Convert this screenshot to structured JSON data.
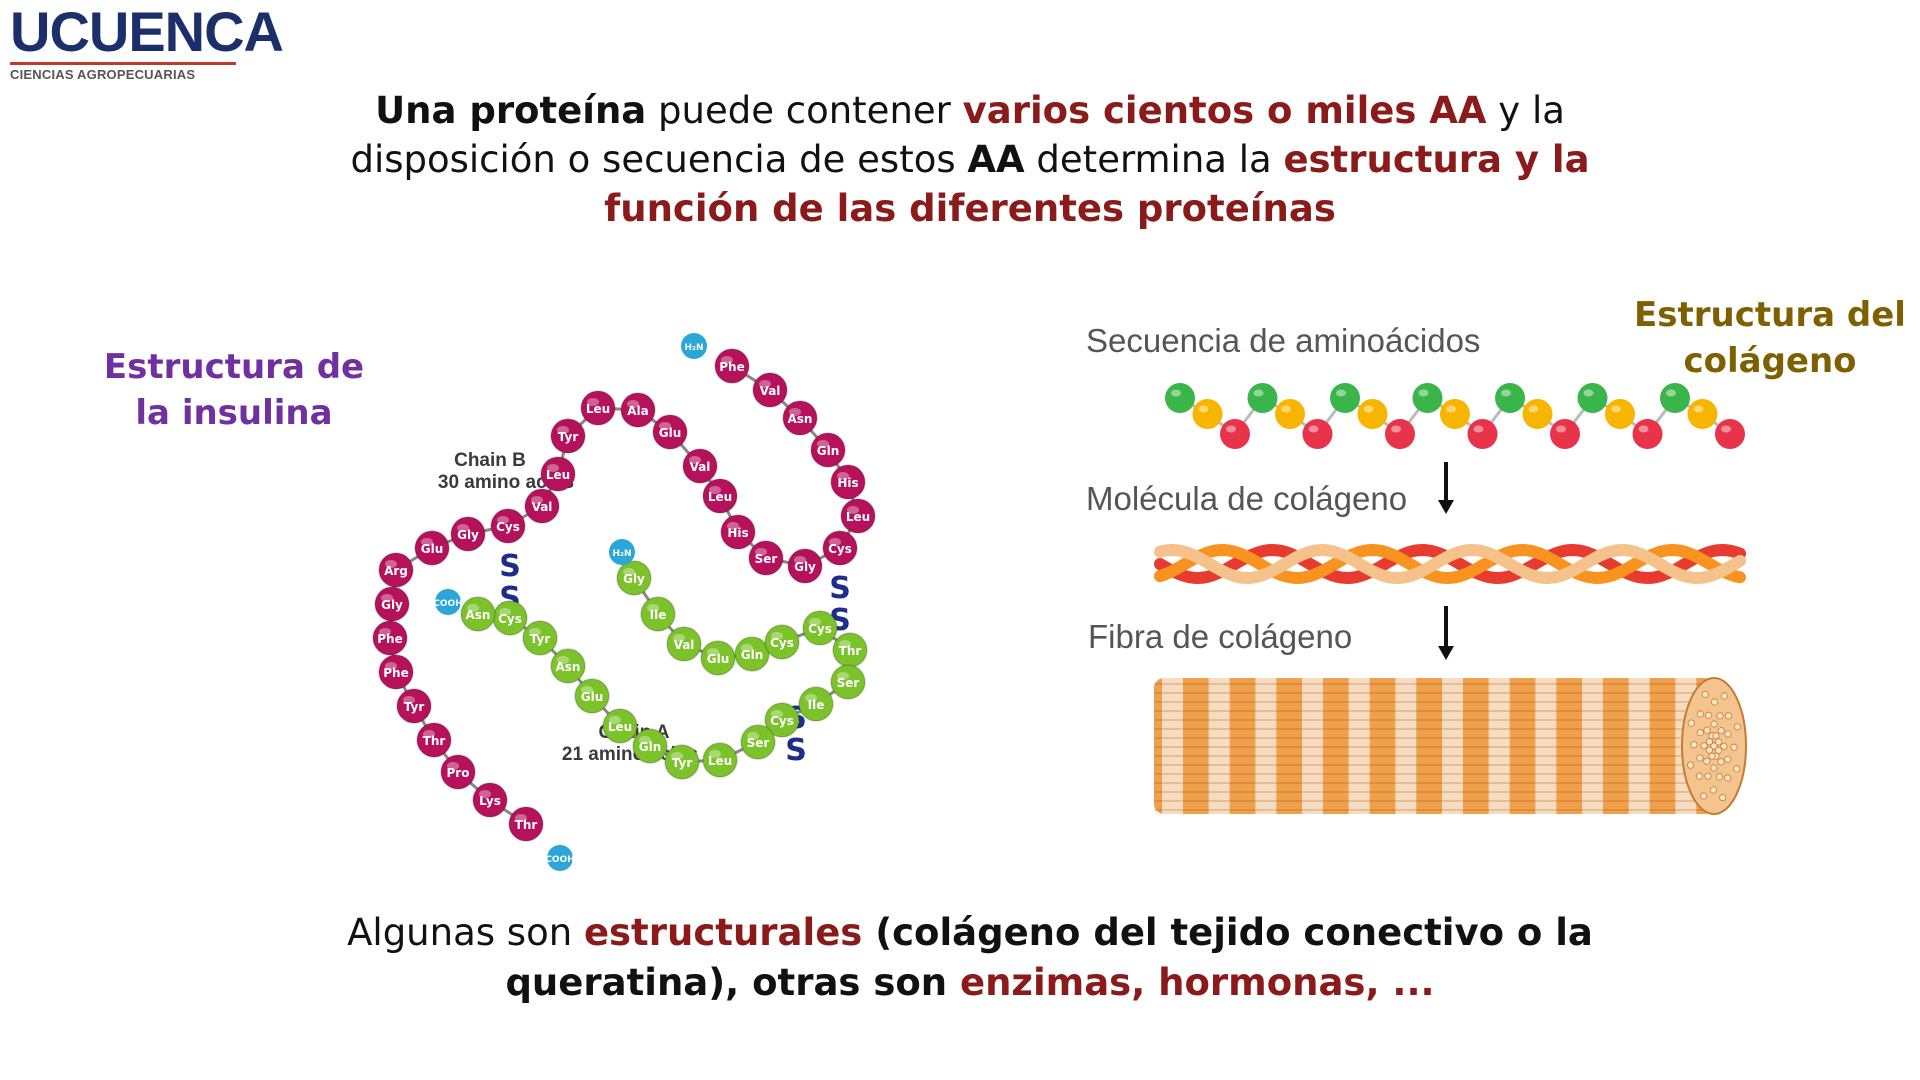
{
  "logo": {
    "brand": "UCUENCA",
    "subtitle": "CIENCIAS AGROPECUARIAS"
  },
  "intro": {
    "p1": "Una proteína",
    "p2": " puede contener ",
    "p3": "varios cientos o miles AA",
    "p4": " y la disposición o secuencia de estos ",
    "p5": "AA",
    "p6": " determina la ",
    "p7": "estructura y la función de las diferentes proteínas"
  },
  "insulin": {
    "label_line1": "Estructura de",
    "label_line2": "la insulina",
    "chain_b_title": "Chain B",
    "chain_b_sub": "30 amino acids",
    "chain_a_title": "Chain A",
    "chain_a_sub": "21 amino acids",
    "terminal_nh": "H₂N",
    "terminal_cooh": "COOH",
    "disulfide": "S",
    "chain_b": [
      "Phe",
      "Val",
      "Asn",
      "Gln",
      "His",
      "Leu",
      "Cys",
      "Gly",
      "Ser",
      "His",
      "Leu",
      "Val",
      "Glu",
      "Ala",
      "Leu",
      "Tyr",
      "Leu",
      "Val",
      "Cys",
      "Gly",
      "Glu",
      "Arg",
      "Gly",
      "Phe",
      "Phe",
      "Tyr",
      "Thr",
      "Pro",
      "Lys",
      "Thr"
    ],
    "chain_a": [
      "Gly",
      "Ile",
      "Val",
      "Glu",
      "Gln",
      "Cys",
      "Cys",
      "Thr",
      "Ser",
      "Ile",
      "Cys",
      "Ser",
      "Leu",
      "Tyr",
      "Gln",
      "Leu",
      "Glu",
      "Asn",
      "Tyr",
      "Cys",
      "Asn"
    ],
    "colors": {
      "chain_b": "#b5125b",
      "chain_a": "#7cc22a",
      "terminal": "#2aa6d8",
      "disulfide": "#1f2d8a"
    }
  },
  "collagen": {
    "label_line1": "Estructura del",
    "label_line2": "colágeno",
    "caption_sequence": "Secuencia de aminoácidos",
    "caption_molecule": "Molécula de colágeno",
    "caption_fiber": "Fibra de colágeno",
    "bead_colors": [
      "#3ab54a",
      "#f7b500",
      "#e8334a"
    ],
    "strand_colors": [
      "#e63b2e",
      "#f7931e",
      "#f5c28b"
    ]
  },
  "closing": {
    "p1": "Algunas son ",
    "p2": "estructurales",
    "p3": " (colágeno del tejido conectivo o la queratina), otras son ",
    "p4": "enzimas, hormonas, ..."
  }
}
